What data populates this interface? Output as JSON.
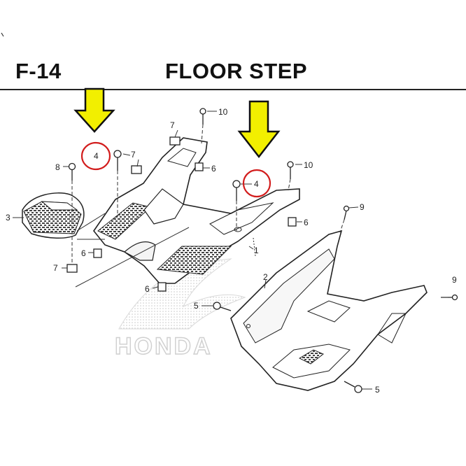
{
  "header": {
    "figure_code": "F-14",
    "figure_title": "FLOOR STEP"
  },
  "watermark": {
    "text": "HONDA"
  },
  "callouts": [
    {
      "id": "c10a",
      "label": "10"
    },
    {
      "id": "c7a",
      "label": "7"
    },
    {
      "id": "c4a",
      "label": "4"
    },
    {
      "id": "c7b",
      "label": "7"
    },
    {
      "id": "c8",
      "label": "8"
    },
    {
      "id": "c6a",
      "label": "6"
    },
    {
      "id": "c10b",
      "label": "10"
    },
    {
      "id": "c4b",
      "label": "4"
    },
    {
      "id": "c3",
      "label": "3"
    },
    {
      "id": "c9a",
      "label": "9"
    },
    {
      "id": "c6b",
      "label": "6"
    },
    {
      "id": "c1",
      "label": "1"
    },
    {
      "id": "c6c",
      "label": "6"
    },
    {
      "id": "c7c",
      "label": "7"
    },
    {
      "id": "c2",
      "label": "2"
    },
    {
      "id": "c6d",
      "label": "6"
    },
    {
      "id": "c5a",
      "label": "5"
    },
    {
      "id": "c9b",
      "label": "9"
    },
    {
      "id": "c5b",
      "label": "5"
    }
  ],
  "highlights": {
    "arrow_color": "#f2ef00",
    "circle_color": "#d21c1c",
    "line_color": "#333333"
  }
}
